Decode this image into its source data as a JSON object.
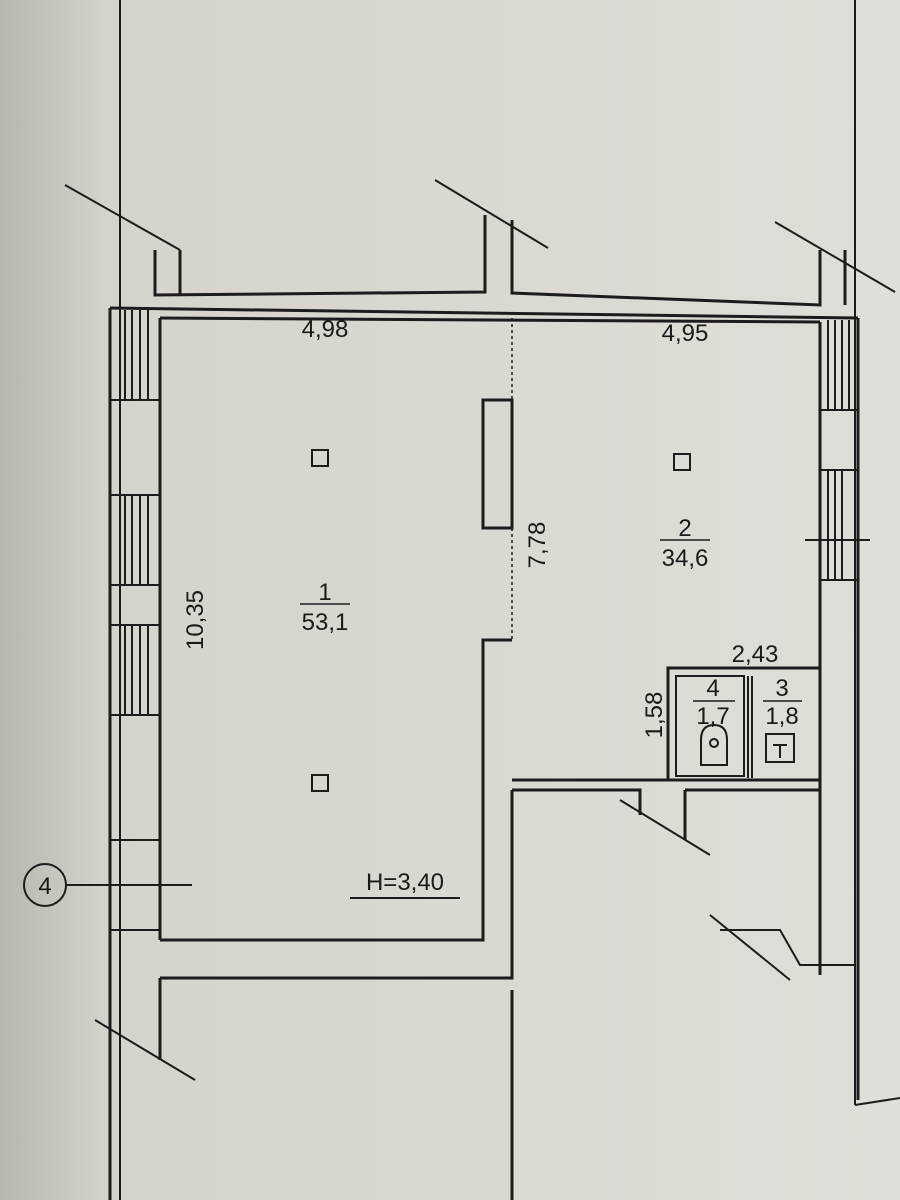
{
  "plan": {
    "axis_marker": "4",
    "ceiling_height": "H=3,40",
    "dimensions": {
      "room1_width": "4,98",
      "room2_width": "4,95",
      "room1_length": "10,35",
      "room2_length": "7,78",
      "wc_block_width": "2,43",
      "wc_block_depth": "1,58"
    },
    "rooms": [
      {
        "number": "1",
        "area": "53,1"
      },
      {
        "number": "2",
        "area": "34,6"
      },
      {
        "number": "3",
        "area": "1,8"
      },
      {
        "number": "4",
        "area": "1,7"
      }
    ]
  }
}
